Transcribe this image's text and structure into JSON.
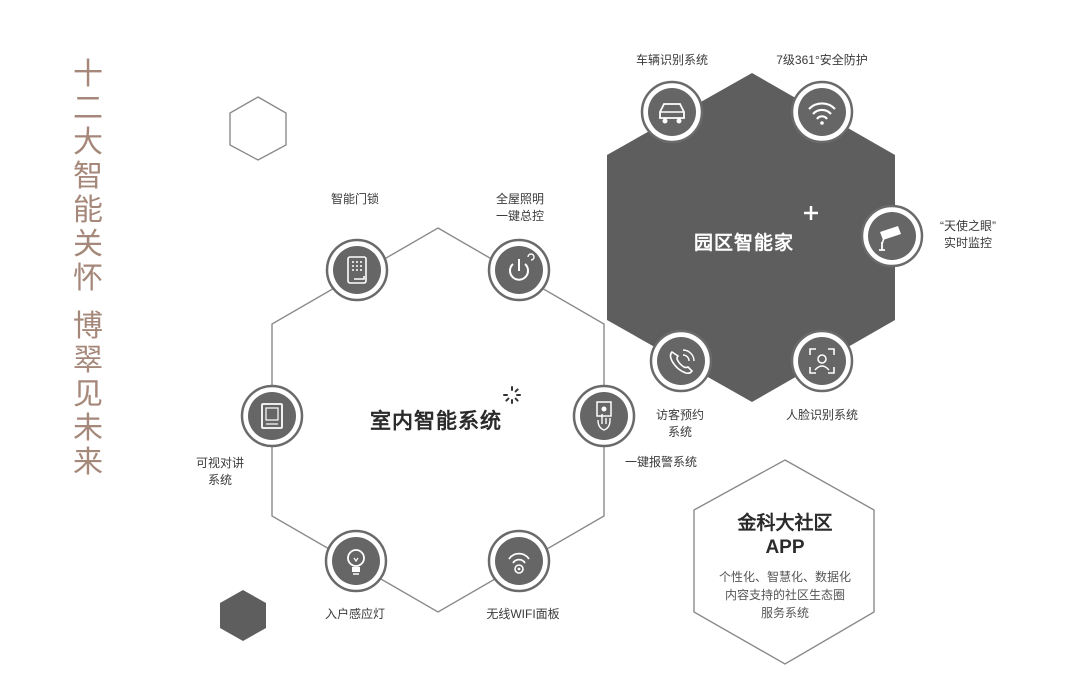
{
  "side_title": {
    "line1": "十二大智能关怀",
    "line2": "博翠见未来"
  },
  "indoor": {
    "title": "室内智能系统",
    "nodes": {
      "smart_lock": "智能门锁",
      "lighting": [
        "全屋照明",
        "一键总控"
      ],
      "video_intercom": [
        "可视对讲",
        "系统"
      ],
      "emergency_alarm": "一键报警系统",
      "entry_light": "入户感应灯",
      "wifi_panel": "无线WIFI面板"
    }
  },
  "park": {
    "title": "园区智能家",
    "nodes": {
      "vehicle_recognition": "车辆识别系统",
      "security_7_level": "7级361°安全防护",
      "angel_eye": [
        "“天使之眼”",
        "实时监控"
      ],
      "visitor_booking": [
        "访客预约",
        "系统"
      ],
      "face_recognition": "人脸识别系统"
    }
  },
  "app": {
    "title_line1": "金科大社区",
    "title_line2": "APP",
    "desc": [
      "个性化、智慧化、数据化",
      "内容支持的社区生态圈",
      "服务系统"
    ]
  },
  "colors": {
    "accent_title": "#a5887a",
    "dark_hex": "#5f5e5e",
    "line": "#8a8a8a"
  },
  "icons": {
    "smart_lock": "keypad-lock-icon",
    "lighting": "power-icon",
    "video_intercom": "intercom-screen-icon",
    "emergency_alarm": "hand-press-icon",
    "entry_light": "lightbulb-icon",
    "wifi_panel": "wifi-panel-icon",
    "vehicle_recognition": "car-icon",
    "security_7_level": "wifi-signal-icon",
    "angel_eye": "cctv-camera-icon",
    "visitor_booking": "phone-call-icon",
    "face_recognition": "face-scan-icon"
  }
}
